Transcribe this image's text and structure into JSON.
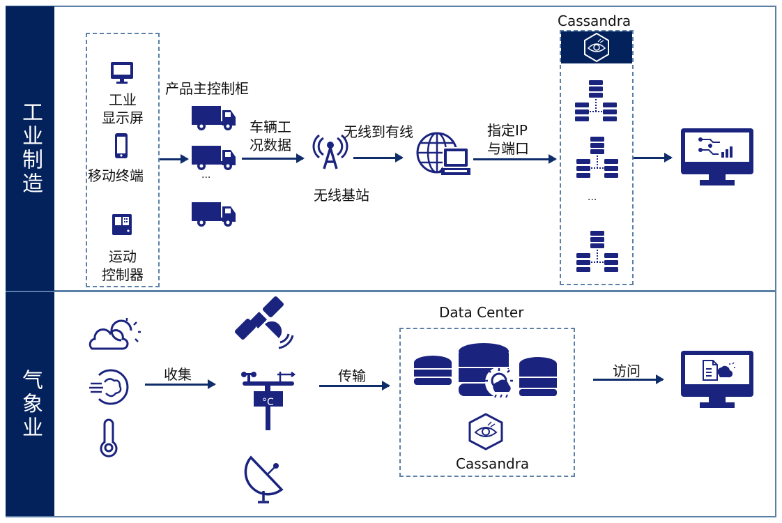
{
  "diagram": {
    "colors": {
      "primary": "#1a237e",
      "sidebar": "#03215b",
      "border": "#5b80a8",
      "arrow": "#0f2d6b"
    },
    "industrial": {
      "section_label": "工业制造",
      "devices": [
        {
          "icon": "monitor-icon",
          "label_line1": "工业",
          "label_line2": "显示屏"
        },
        {
          "icon": "mobile-phone-icon",
          "label_line1": "移动终端",
          "label_line2": ""
        },
        {
          "icon": "motion-controller-icon",
          "label_line1": "运动",
          "label_line2": "控制器"
        }
      ],
      "trucks_title": "产品主控制柜",
      "trucks_ellipsis": "...",
      "vehicle_data_line1": "车辆工",
      "vehicle_data_line2": "况数据",
      "base_station_label": "无线基站",
      "wireless_to_wired": "无线到有线",
      "ip_port_line1": "指定IP",
      "ip_port_line2": "与端口",
      "cluster_title": "Cassandra",
      "cluster_ellipsis": "...",
      "output_icon": "monitor-analytics-icon"
    },
    "weather": {
      "section_label": "气象业",
      "sources": [
        "cloud-sun-icon",
        "wind-icon",
        "thermometer-icon"
      ],
      "collect_label": "收集",
      "station_unit": "°C",
      "transmit_label": "传输",
      "data_center_title": "Data Center",
      "cassandra_label": "Cassandra",
      "access_label": "访问",
      "output_icon": "monitor-weather-report-icon"
    }
  }
}
